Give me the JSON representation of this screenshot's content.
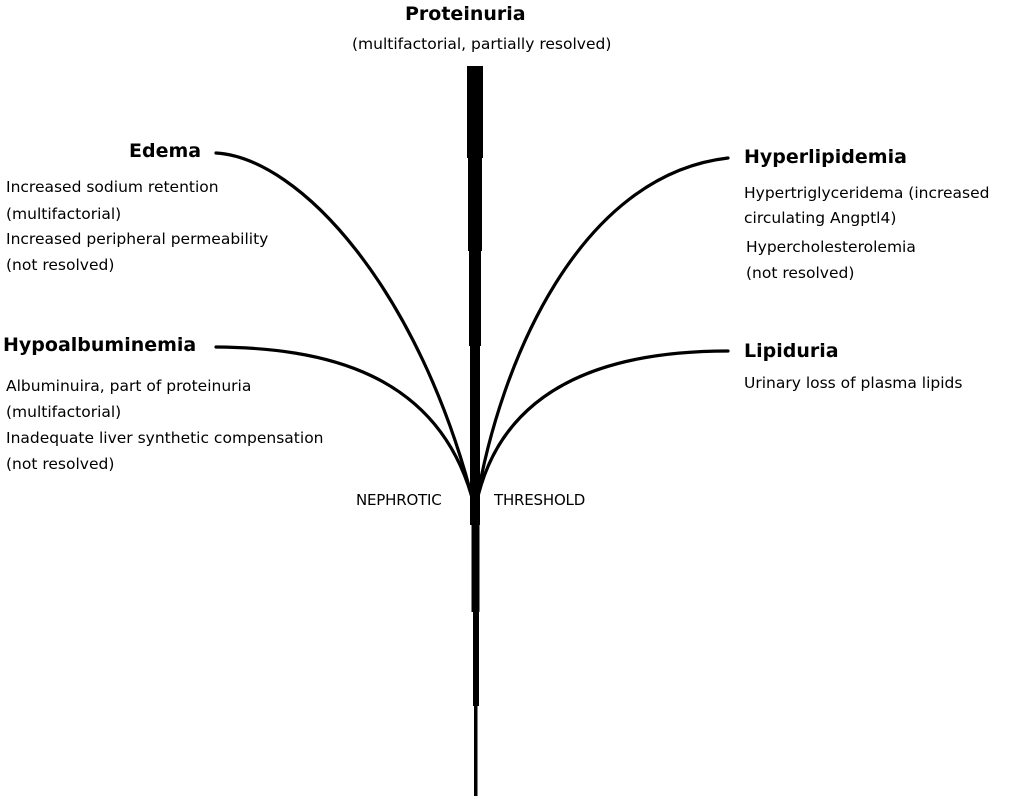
{
  "diagram": {
    "stem": {
      "title": "Proteinuria",
      "subtitle": "(multifactorial, partially resolved)"
    },
    "threshold": {
      "left_label": "NEPHROTIC",
      "right_label": "THRESHOLD"
    },
    "branches": [
      {
        "id": "edema",
        "side": "left",
        "title": "Edema",
        "lines": [
          "Increased sodium retention",
          "(multifactorial)",
          "Increased peripheral permeability",
          "(not resolved)"
        ]
      },
      {
        "id": "hypoalbuminemia",
        "side": "left",
        "title": "Hypoalbuminemia",
        "lines": [
          "Albuminuira, part of proteinuria",
          "(multifactorial)",
          "Inadequate liver synthetic compensation",
          "(not resolved)"
        ]
      },
      {
        "id": "hyperlipidemia",
        "side": "right",
        "title": "Hyperlipidemia",
        "lines": [
          "Hypertriglyceridema (increased",
          "circulating Angptl4)",
          "Hypercholesterolemia",
          "(not resolved)"
        ]
      },
      {
        "id": "lipiduria",
        "side": "right",
        "title": "Lipiduria",
        "lines": [
          "Urinary loss of plasma lipids"
        ]
      }
    ],
    "line_color": "#000000",
    "background": "#ffffff"
  }
}
